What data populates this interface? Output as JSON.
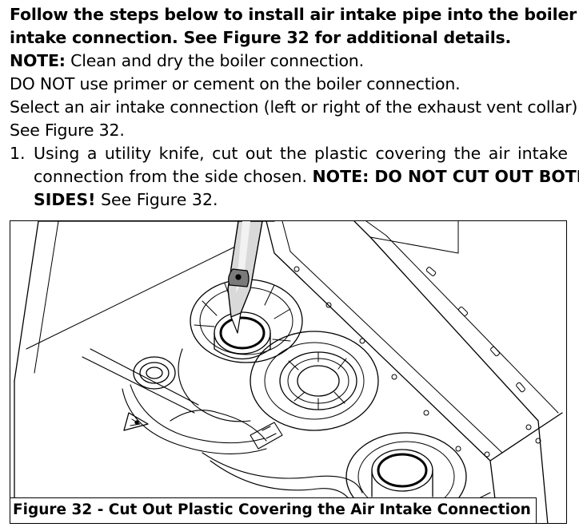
{
  "heading": {
    "line1": "Follow the steps below to install air intake pipe into the boiler air",
    "line2": "intake connection. See Figure 32 for additional details."
  },
  "note1": {
    "label": "NOTE:",
    "text": " Clean and dry the boiler connection."
  },
  "line_no_primer": "DO NOT use primer or cement on the boiler connection.",
  "line_select": "Select an air intake connection (left or right of the exhaust vent collar).",
  "line_see": "See Figure 32.",
  "step1": {
    "number": "1.",
    "row1": "Using a utility knife, cut out the plastic covering the air intake",
    "row2_text": "connection from the side chosen. ",
    "row2_bold": "NOTE: DO NOT CUT OUT BOTH",
    "row3_bold": "SIDES!",
    "row3_text": " See Figure 32."
  },
  "figure": {
    "caption": "Figure 32 - Cut Out Plastic Covering the Air Intake Connection",
    "illustration_icon": "boiler-utility-knife-illustration"
  }
}
